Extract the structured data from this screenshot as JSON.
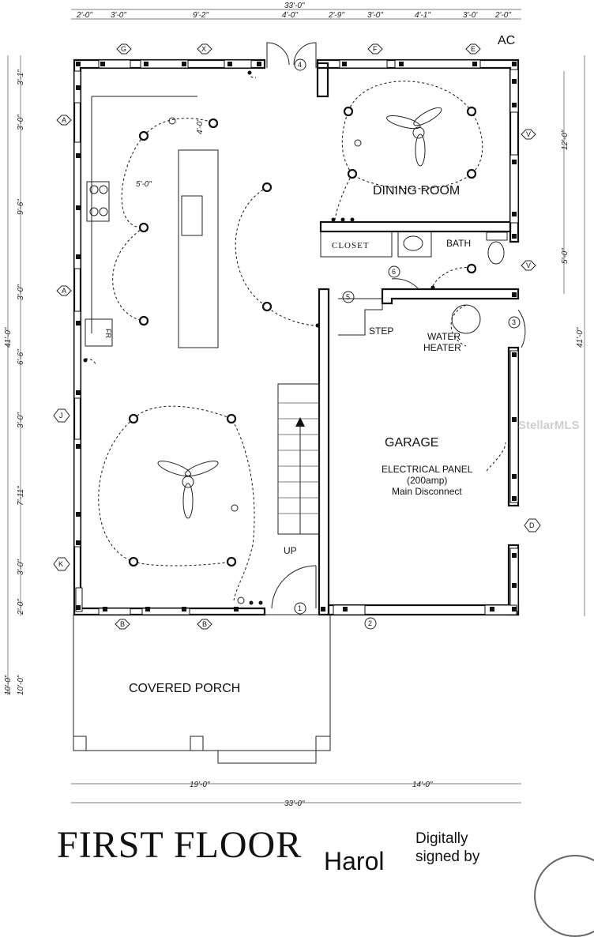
{
  "rooms": {
    "dining": "DINING ROOM",
    "closet": "CLOSET",
    "bath": "BATH",
    "step": "STEP",
    "water_heater_1": "WATER",
    "water_heater_2": "HEATER",
    "garage": "GARAGE",
    "panel_1": "ELECTRICAL PANEL",
    "panel_2": "(200amp)",
    "panel_3": "Main Disconnect",
    "up": "UP",
    "porch": "COVERED PORCH",
    "ac": "AC",
    "fr": "FR"
  },
  "dims": {
    "top_total": "33'-0\"",
    "top_segments": [
      "2'-0\"",
      "3'-0\"",
      "9'-2\"",
      "4'-0\"",
      "2'-9\"",
      "3'-0\"",
      "4'-1\"",
      "3'-0'",
      "2'-0\""
    ],
    "left_segments": [
      "3'-1\"",
      "3'-0\"",
      "9'-6\"",
      "3'-0\"",
      "6'-6\"",
      "3'-0\"",
      "7'-11\"",
      "3'-0\"",
      "2'-0\""
    ],
    "left_total": "41'-0\"",
    "left_porch": "10'-0\"",
    "left_porch_2": "10'-0\"",
    "right_segments": [
      "12'-0\"",
      "5'-0\""
    ],
    "right_total": "41'-0\"",
    "bottom_segments": [
      "19'-0\"",
      "14'-0\""
    ],
    "bottom_total": "33'-0\"",
    "island_w": "4'-0\"",
    "kitchen_r": "5'-0\""
  },
  "grid_tags": {
    "top": [
      "G",
      "X",
      "F",
      "E"
    ],
    "left": [
      "A",
      "A",
      "J",
      "K"
    ],
    "right": [
      "V",
      "V",
      "D"
    ],
    "bottom": [
      "B",
      "B"
    ]
  },
  "doors": [
    "1",
    "2",
    "3",
    "4",
    "5",
    "6"
  ],
  "title": "FIRST FLOOR",
  "signature": "Harol",
  "signature_sub_1": "Digitally",
  "signature_sub_2": "signed by",
  "watermark": "StellarMLS"
}
